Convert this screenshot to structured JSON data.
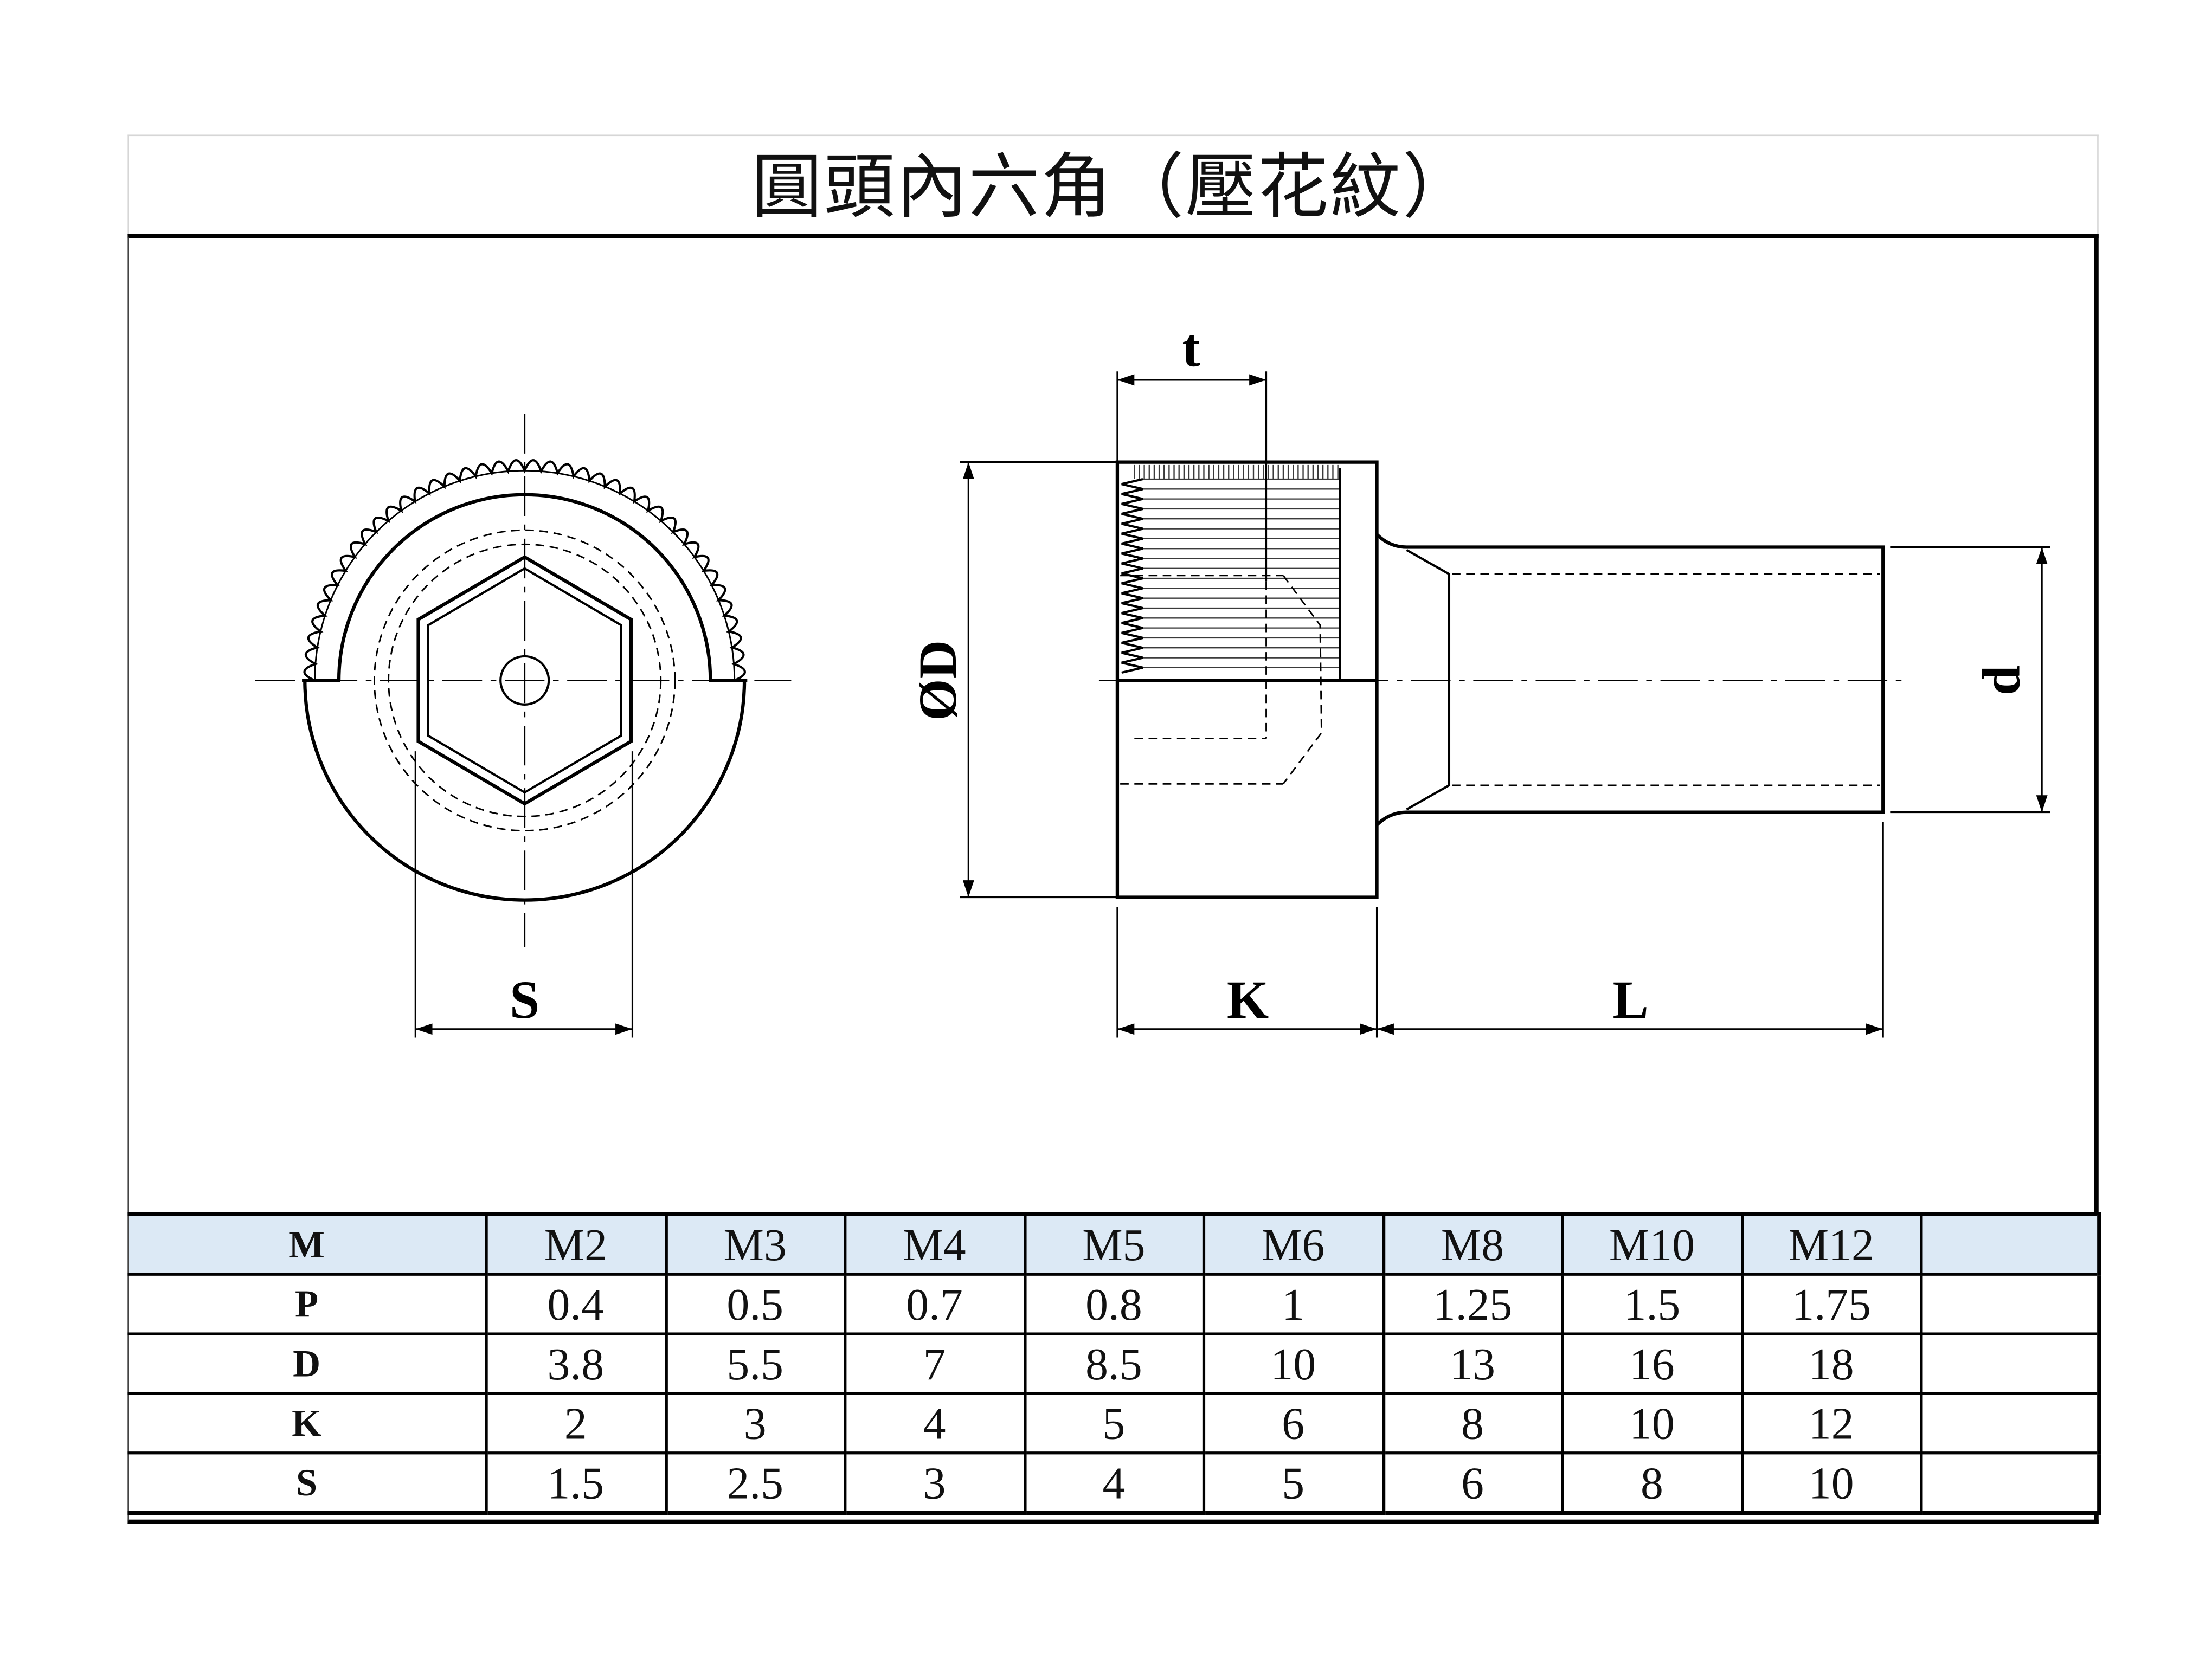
{
  "title": "圓頭內六角（壓花紋）",
  "diagram": {
    "labels": {
      "S": "S",
      "t": "t",
      "D": "ØD",
      "d": "d",
      "K": "K",
      "L": "L"
    }
  },
  "table": {
    "header": [
      "M",
      "M2",
      "M3",
      "M4",
      "M5",
      "M6",
      "M8",
      "M10",
      "M12"
    ],
    "rows": [
      [
        "P",
        "0.4",
        "0.5",
        "0.7",
        "0.8",
        "1",
        "1.25",
        "1.5",
        "1.75"
      ],
      [
        "D",
        "3.8",
        "5.5",
        "7",
        "8.5",
        "10",
        "13",
        "16",
        "18"
      ],
      [
        "K",
        "2",
        "3",
        "4",
        "5",
        "6",
        "8",
        "10",
        "12"
      ],
      [
        "S",
        "1.5",
        "2.5",
        "3",
        "4",
        "5",
        "6",
        "8",
        "10"
      ]
    ]
  },
  "colors": {
    "header_background": "#dce9f5",
    "lines": "#000000"
  }
}
